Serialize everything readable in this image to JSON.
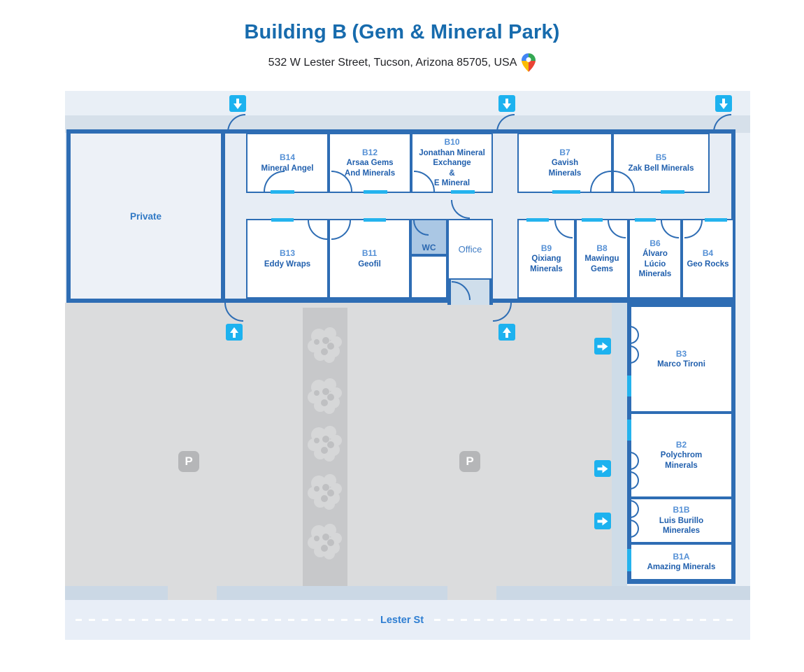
{
  "header": {
    "title": "Building B",
    "title_suffix": "(Gem & Mineral Park)",
    "address": "532 W Lester Street, Tucson, Arizona 85705, USA"
  },
  "map": {
    "street": "Lester St",
    "labels": {
      "private": "Private",
      "wc": "WC",
      "office": "Office",
      "parking": "P"
    },
    "rooms": {
      "top": [
        {
          "id": "B14",
          "name": "Mineral Angel"
        },
        {
          "id": "B12",
          "name": "Arsaa Gems\nAnd Minerals"
        },
        {
          "id": "B10",
          "name": "Jonathan Mineral\nExchange\n&\nE Mineral"
        },
        {
          "id": "B7",
          "name": "Gavish\nMinerals"
        },
        {
          "id": "B5",
          "name": "Zak Bell Minerals"
        }
      ],
      "mid": [
        {
          "id": "B13",
          "name": "Eddy Wraps"
        },
        {
          "id": "B11",
          "name": "Geofil"
        },
        {
          "id": "B9",
          "name": "Qixiang\nMinerals"
        },
        {
          "id": "B8",
          "name": "Mawingu\nGems"
        },
        {
          "id": "B6",
          "name": "Álvaro\nLúcio\nMinerals"
        },
        {
          "id": "B4",
          "name": "Geo Rocks"
        }
      ],
      "right": [
        {
          "id": "B3",
          "name": "Marco Tironi"
        },
        {
          "id": "B2",
          "name": "Polychrom\nMinerals"
        },
        {
          "id": "B1B",
          "name": "Luis Burillo\nMinerales"
        },
        {
          "id": "B1A",
          "name": "Amazing Minerals"
        }
      ]
    },
    "icons": {
      "entrance_down": "down-arrow",
      "entrance_up": "up-arrow",
      "entrance_right": "right-arrow",
      "parking": "parking-icon",
      "map_pin": "google-maps-pin",
      "tree": "tree"
    }
  },
  "colors": {
    "title_blue": "#176bad",
    "wall_blue": "#2e6db4",
    "room_number_blue": "#5590d5",
    "room_name_blue": "#205fad",
    "window_cyan": "#24b3ee",
    "arrow_cyan": "#1db2ef",
    "parking_gray": "#dbdcdd",
    "road": "#e8eef7"
  }
}
